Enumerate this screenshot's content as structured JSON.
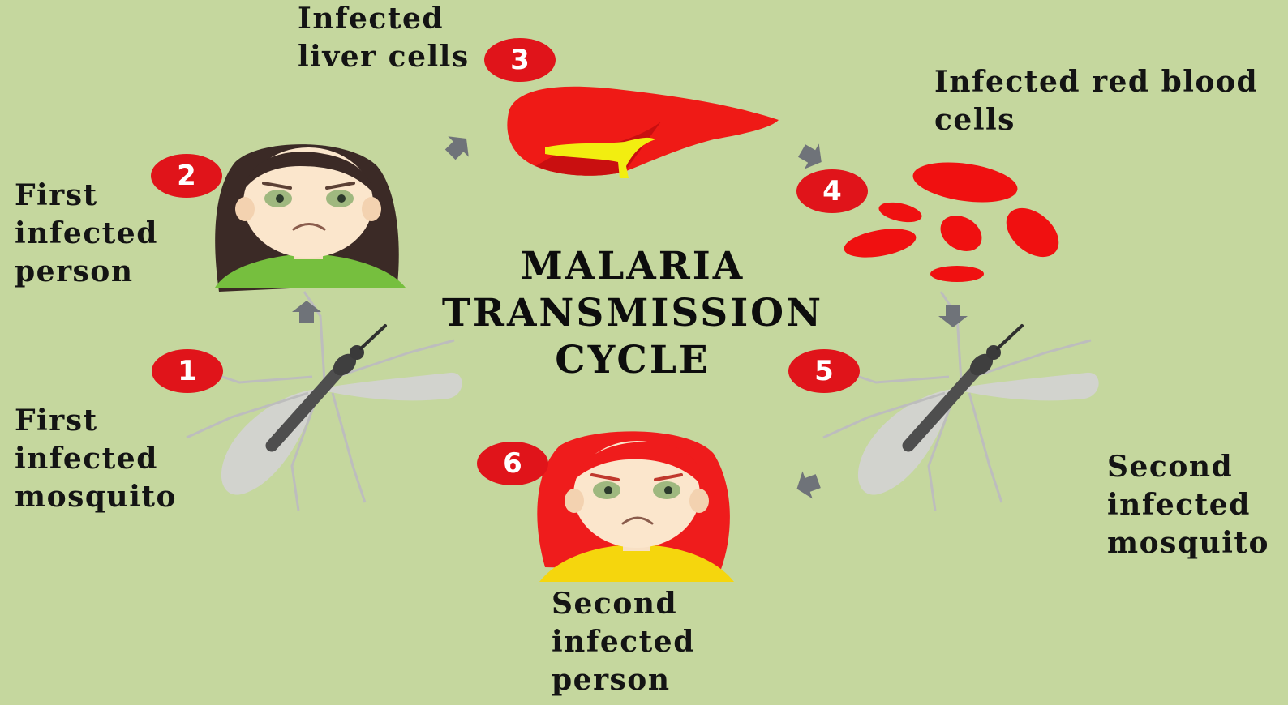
{
  "title": {
    "line1": "MALARIA",
    "line2": "TRANSMISSION",
    "line3": "CYCLE"
  },
  "steps": [
    {
      "number": "1",
      "lines": [
        "First",
        "infected",
        "mosquito"
      ]
    },
    {
      "number": "2",
      "lines": [
        "First",
        "infected",
        "person"
      ]
    },
    {
      "number": "3",
      "lines": [
        "Infected",
        "liver cells"
      ]
    },
    {
      "number": "4",
      "lines": [
        "Infected red blood",
        "cells"
      ]
    },
    {
      "number": "5",
      "lines": [
        "Second",
        "infected",
        "mosquito"
      ]
    },
    {
      "number": "6",
      "lines": [
        "Second",
        "infected",
        "person"
      ]
    }
  ],
  "colors": {
    "background": "#c5d79e",
    "badge": "#e0141a",
    "blood": "#f01010",
    "liver": "#ef1a16",
    "bile": "#f2ee10",
    "arrow": "#6f7379",
    "mosquito_body": "#4e4e4e",
    "mosquito_wing": "#d3d3d3",
    "first_person_hair": "#3b2a26",
    "first_person_shirt": "#76bf3e",
    "second_person_hair": "#ef1c1c",
    "second_person_shirt": "#f5d60d"
  },
  "icons": [
    "liver-icon",
    "red-blood-cells-icon",
    "mosquito-icon",
    "person-icon",
    "arrow-icon"
  ]
}
